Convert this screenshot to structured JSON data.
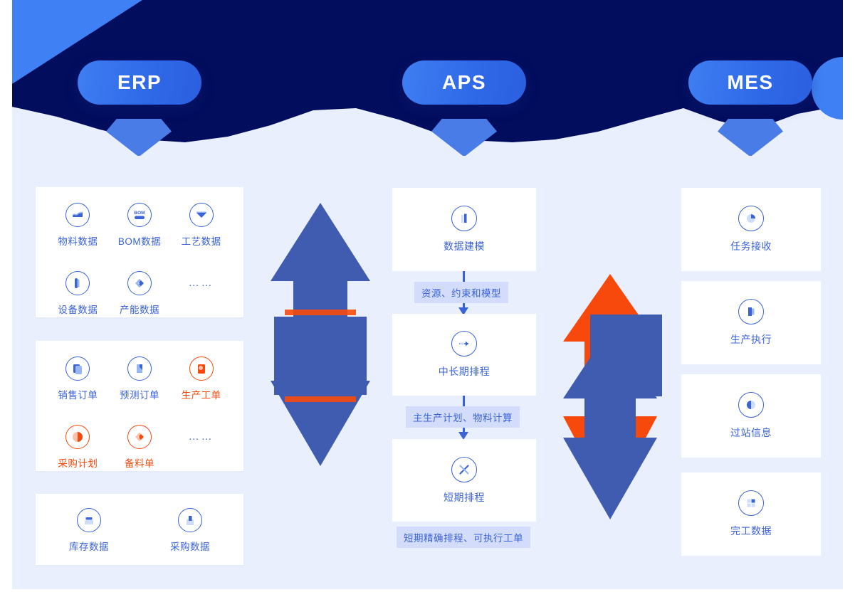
{
  "palette": {
    "page_bg": "#e9effc",
    "header_navy": "#020d5e",
    "header_accent_blue": "#3f80f4",
    "brand_blue": "#3a63d8",
    "accent_orange": "#f8490d",
    "card_white": "#ffffff",
    "tag_bg": "#d3ddfb",
    "arrow_blue": "#3f5cb0"
  },
  "header": {
    "columns": [
      {
        "id": "erp",
        "label": "ERP"
      },
      {
        "id": "aps",
        "label": "APS"
      },
      {
        "id": "mes",
        "label": "MES"
      }
    ]
  },
  "erp": {
    "card1": {
      "items": [
        {
          "label": "物料数据",
          "icon": "material-data-icon",
          "color": "blue"
        },
        {
          "label": "BOM数据",
          "icon": "bom-data-icon",
          "color": "blue"
        },
        {
          "label": "工艺数据",
          "icon": "process-data-icon",
          "color": "blue"
        },
        {
          "label": "设备数据",
          "icon": "equipment-data-icon",
          "color": "blue"
        },
        {
          "label": "产能数据",
          "icon": "capacity-data-icon",
          "color": "blue"
        },
        {
          "label": "……",
          "icon": "ellipsis-icon",
          "color": "blue"
        }
      ]
    },
    "card2": {
      "items": [
        {
          "label": "销售订单",
          "icon": "sales-order-icon",
          "color": "blue"
        },
        {
          "label": "预测订单",
          "icon": "forecast-order-icon",
          "color": "blue"
        },
        {
          "label": "生产工单",
          "icon": "production-work-order-icon",
          "color": "orange"
        },
        {
          "label": "采购计划",
          "icon": "purchase-plan-icon",
          "color": "orange"
        },
        {
          "label": "备料单",
          "icon": "material-prep-list-icon",
          "color": "orange"
        },
        {
          "label": "……",
          "icon": "ellipsis-icon",
          "color": "blue"
        }
      ]
    },
    "card3": {
      "items": [
        {
          "label": "库存数据",
          "icon": "inventory-data-icon",
          "color": "blue"
        },
        {
          "label": "采购数据",
          "icon": "purchase-data-icon",
          "color": "blue"
        }
      ]
    }
  },
  "aps": {
    "steps": [
      {
        "label": "数据建模",
        "icon": "data-modeling-icon"
      },
      {
        "label": "中长期排程",
        "icon": "mid-long-term-scheduling-icon"
      },
      {
        "label": "短期排程",
        "icon": "short-term-scheduling-icon"
      }
    ],
    "tags": [
      "资源、约束和模型",
      "主生产计划、物料计算",
      "短期精确排程、可执行工单"
    ]
  },
  "mes": {
    "items": [
      {
        "label": "任务接收",
        "icon": "task-receiving-icon"
      },
      {
        "label": "生产执行",
        "icon": "production-execution-icon"
      },
      {
        "label": "过站信息",
        "icon": "station-pass-info-icon"
      },
      {
        "label": "完工数据",
        "icon": "completion-data-icon"
      }
    ]
  }
}
